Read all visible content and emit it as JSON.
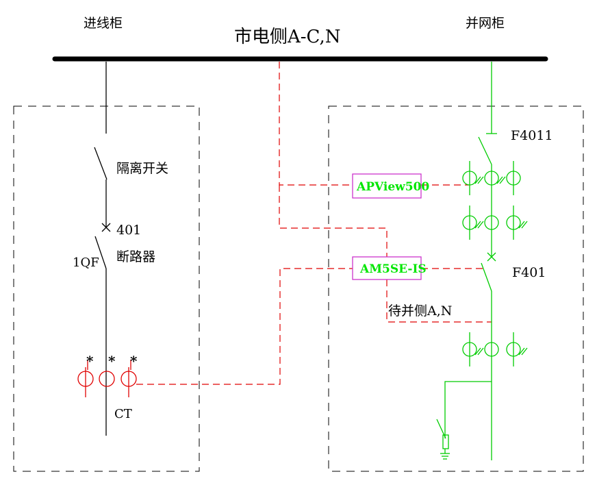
{
  "titles": {
    "incoming_cabinet": "进线柜",
    "grid_cabinet": "并网柜",
    "bus_label": "市电侧A-C,N"
  },
  "left_cabinet": {
    "isolator_label": "隔离开关",
    "breaker_number": "401",
    "breaker_label": "断路器",
    "breaker_id": "1QF",
    "ct_label": "CT",
    "ct_marker": "*"
  },
  "right_cabinet": {
    "switch_top_label": "F4011",
    "switch_bottom_label": "F401",
    "pending_side_label": "待并侧A,N"
  },
  "devices": {
    "apview": "APView500",
    "am5se": "AM5SE-IS"
  },
  "colors": {
    "bus": "#000000",
    "signal_wire": "#e00000",
    "grid_circuit": "#00cc00",
    "device_text": "#00e600",
    "device_border": "#cc33cc"
  }
}
